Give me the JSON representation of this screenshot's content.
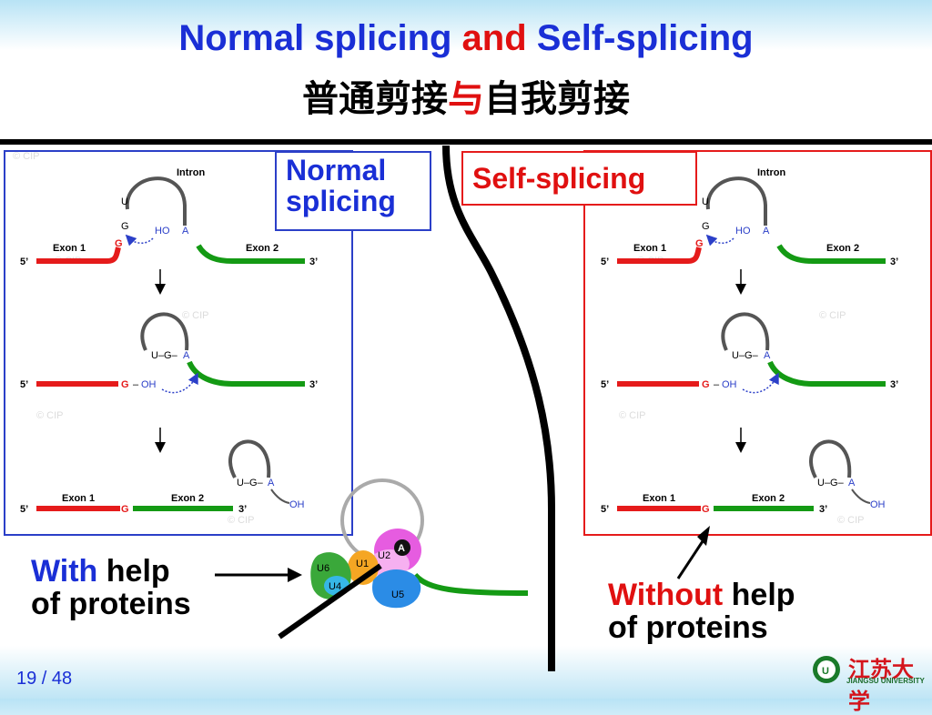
{
  "title": {
    "line1_part1": "Normal splicing ",
    "line1_and": "and",
    "line1_part2": " Self-splicing",
    "line2_part1": "普通剪接",
    "line2_yu": "与",
    "line2_part2": "自我剪接"
  },
  "tags": {
    "normal": "Normal splicing",
    "self": "Self-splicing"
  },
  "diagram": {
    "intron": "Intron",
    "exon1": "Exon 1",
    "exon2": "Exon 2",
    "five_prime": "5’",
    "three_prime": "3’",
    "U": "U",
    "G": "G",
    "A": "A",
    "HO": "HO",
    "OH": "OH",
    "watermark": "© CIP"
  },
  "spliceosome": {
    "U1": "U1",
    "U2": "U2",
    "U4": "U4",
    "U5": "U5",
    "U6": "U6",
    "A": "A"
  },
  "labels": {
    "with_colored": "With",
    "with_rest": " help",
    "with_line2": "of proteins",
    "without_colored": "Without",
    "without_rest": " help",
    "without_line2": "of proteins"
  },
  "footer": {
    "page": "19 / 48",
    "logo_cn": "江苏大学",
    "logo_en": "JIANGSU UNIVERSITY"
  },
  "colors": {
    "title_blue": "#1a2fd6",
    "accent_red": "#e01010",
    "exon_red": "#e51b1b",
    "exon_green": "#149a14",
    "intron_gray": "#555555"
  }
}
